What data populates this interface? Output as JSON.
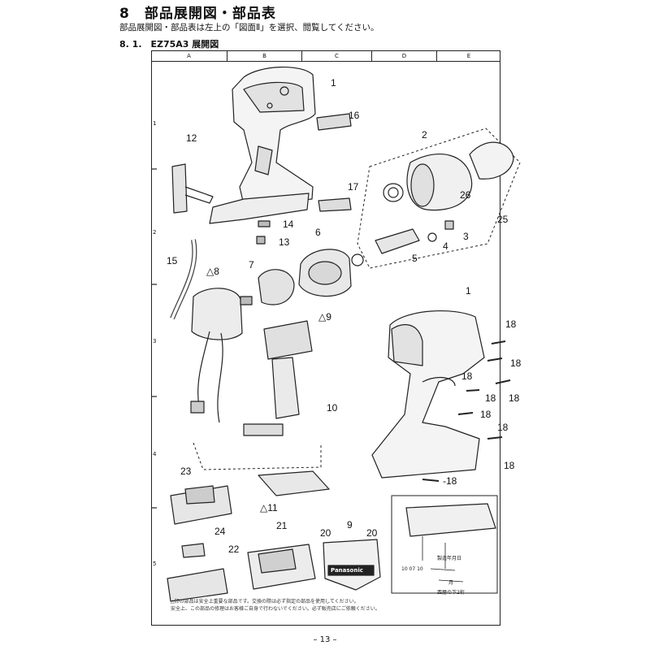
{
  "header": {
    "title": "8　部品展開図・部品表",
    "subtitle": "部品展開図・部品表は左上の「図面Ⅱ」を選択、閲覧してください。",
    "section": "8. 1.　EZ75A3 展開図"
  },
  "grid": {
    "columns": [
      "A",
      "B",
      "C",
      "D",
      "E"
    ],
    "rows": [
      "1",
      "2",
      "3",
      "4",
      "5"
    ]
  },
  "parts": {
    "p1": "1",
    "p1b": "1",
    "p2": "2",
    "p3": "3",
    "p4": "4",
    "p5": "5",
    "p6": "6",
    "p7": "7",
    "p8": "△8",
    "p9": "△9",
    "p10": "10",
    "p11": "△11",
    "p12": "12",
    "p13": "13",
    "p14": "14",
    "p15": "15",
    "p16": "16",
    "p17": "17",
    "p18a": "18",
    "p18b": "18",
    "p18c": "18",
    "p18d": "18",
    "p18e": "18",
    "p18f": "18",
    "p18g": "18",
    "p18h": "18",
    "p18i": "-18",
    "p20a": "20",
    "p20b": "20",
    "p9b": "9",
    "p21": "21",
    "p22": "22",
    "p23": "23",
    "p24": "24",
    "p25": "25",
    "p26": "26"
  },
  "inset": {
    "date_label": "製造年月日",
    "date_code": "10 07 10",
    "month_label": "月",
    "year_label": "西暦の下2桁",
    "brand": "Panasonic"
  },
  "footer": {
    "disclaimer_line1": "△印の部品は安全上重要な部品です。交換の際は必ず指定の部品を使用してください。",
    "disclaimer_line2": "安全上、この部品の修理はお客様ご自身で行わないでください。必ず販売店にご依頼ください。",
    "page": "– 13 –"
  }
}
